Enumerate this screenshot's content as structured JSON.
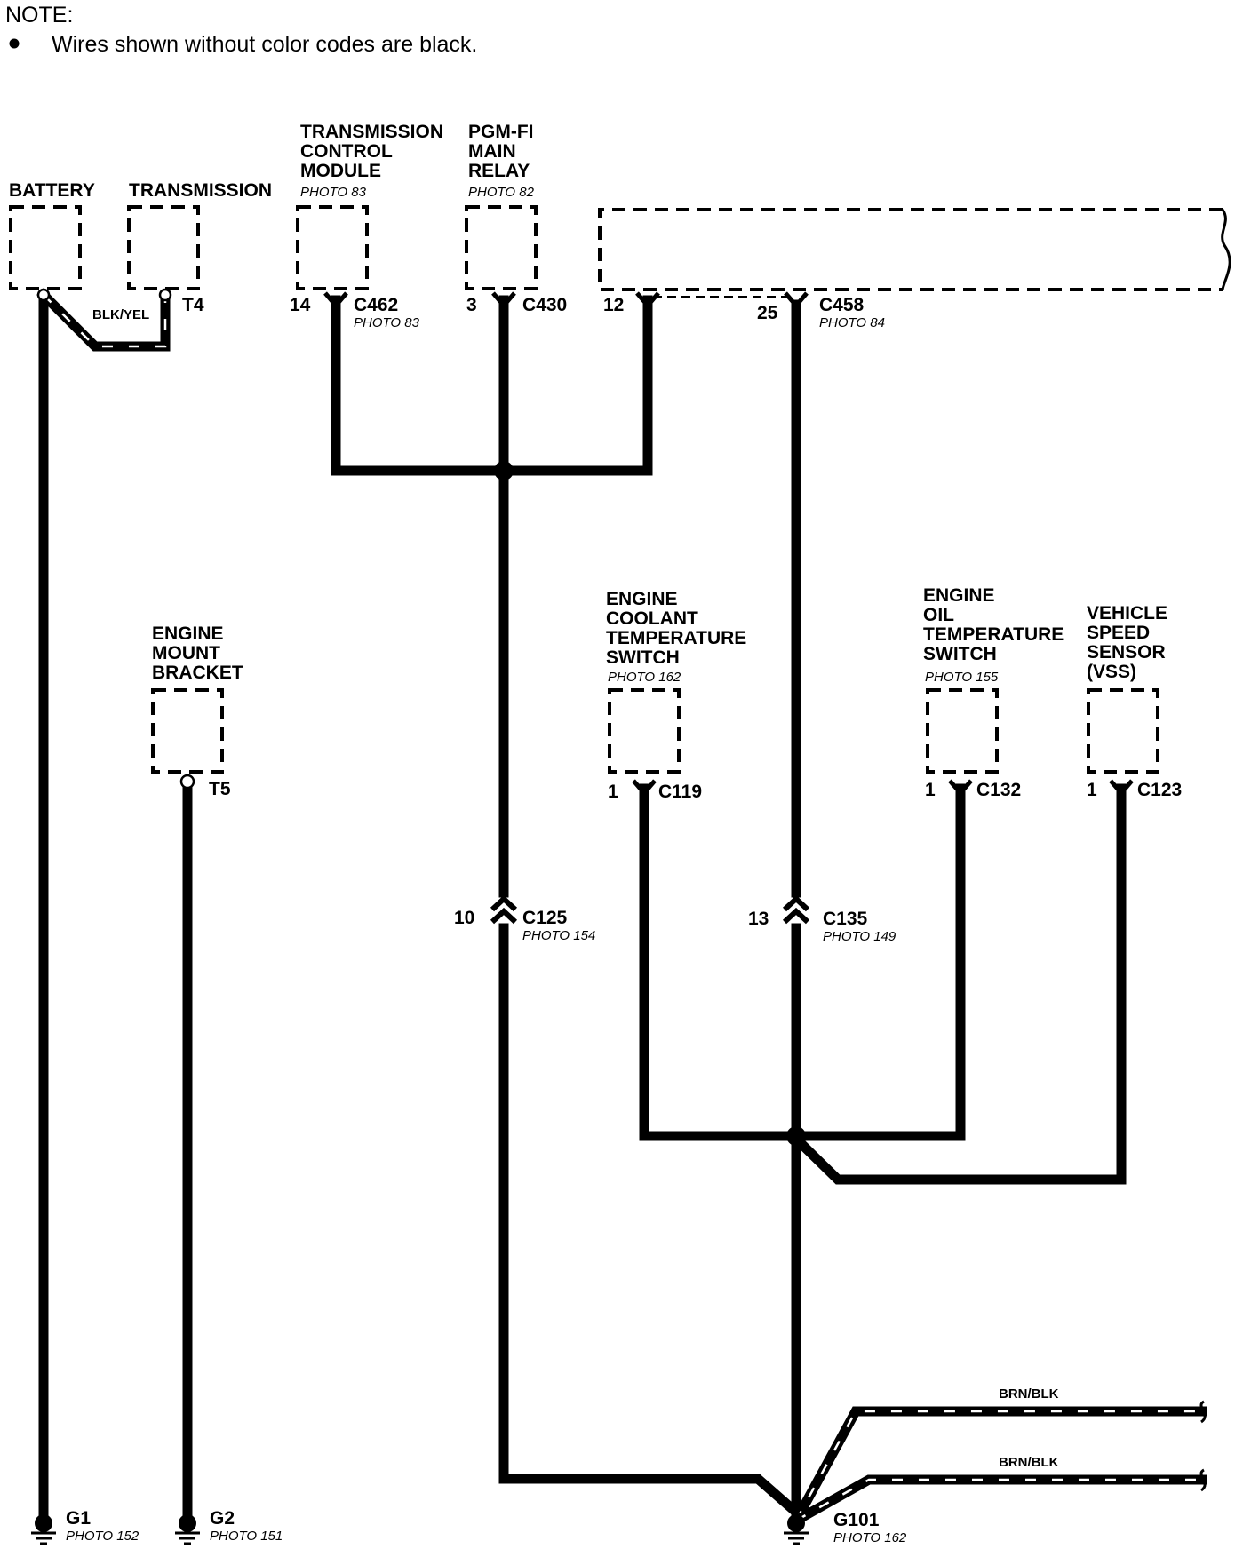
{
  "note": {
    "title": "NOTE:",
    "bullet_text": "Wires shown without color codes are black."
  },
  "components": {
    "battery": {
      "lines": [
        "BATTERY"
      ]
    },
    "transmission": {
      "lines": [
        "TRANSMISSION"
      ]
    },
    "tcm": {
      "lines": [
        "TRANSMISSION",
        "CONTROL",
        "MODULE"
      ],
      "photo": "PHOTO 83"
    },
    "pgmfi": {
      "lines": [
        "PGM-FI",
        "MAIN",
        "RELAY"
      ],
      "photo": "PHOTO 82"
    },
    "engine_mount": {
      "lines": [
        "ENGINE",
        "MOUNT",
        "BRACKET"
      ]
    },
    "ect_switch": {
      "lines": [
        "ENGINE",
        "COOLANT",
        "TEMPERATURE",
        "SWITCH"
      ],
      "photo": "PHOTO 162"
    },
    "eot_switch": {
      "lines": [
        "ENGINE",
        "OIL",
        "TEMPERATURE",
        "SWITCH"
      ],
      "photo": "PHOTO 155"
    },
    "vss": {
      "lines": [
        "VEHICLE",
        "SPEED",
        "SENSOR",
        "(VSS)"
      ]
    }
  },
  "terminals": {
    "t4": "T4",
    "t5": "T5"
  },
  "connectors": {
    "c462": {
      "pin": "14",
      "name": "C462",
      "photo": "PHOTO 83"
    },
    "c430": {
      "pin": "3",
      "name": "C430"
    },
    "c458a": {
      "pin": "12"
    },
    "c458": {
      "pin": "25",
      "name": "C458",
      "photo": "PHOTO 84"
    },
    "c119": {
      "pin": "1",
      "name": "C119"
    },
    "c132": {
      "pin": "1",
      "name": "C132"
    },
    "c123": {
      "pin": "1",
      "name": "C123"
    },
    "c125": {
      "pin": "10",
      "name": "C125",
      "photo": "PHOTO 154"
    },
    "c135": {
      "pin": "13",
      "name": "C135",
      "photo": "PHOTO 149"
    }
  },
  "wire_colors": {
    "blk_yel": "BLK/YEL",
    "brn_blk_1": "BRN/BLK",
    "brn_blk_2": "BRN/BLK"
  },
  "grounds": {
    "g1": {
      "name": "G1",
      "photo": "PHOTO 152"
    },
    "g2": {
      "name": "G2",
      "photo": "PHOTO 151"
    },
    "g101": {
      "name": "G101",
      "photo": "PHOTO 162"
    }
  }
}
